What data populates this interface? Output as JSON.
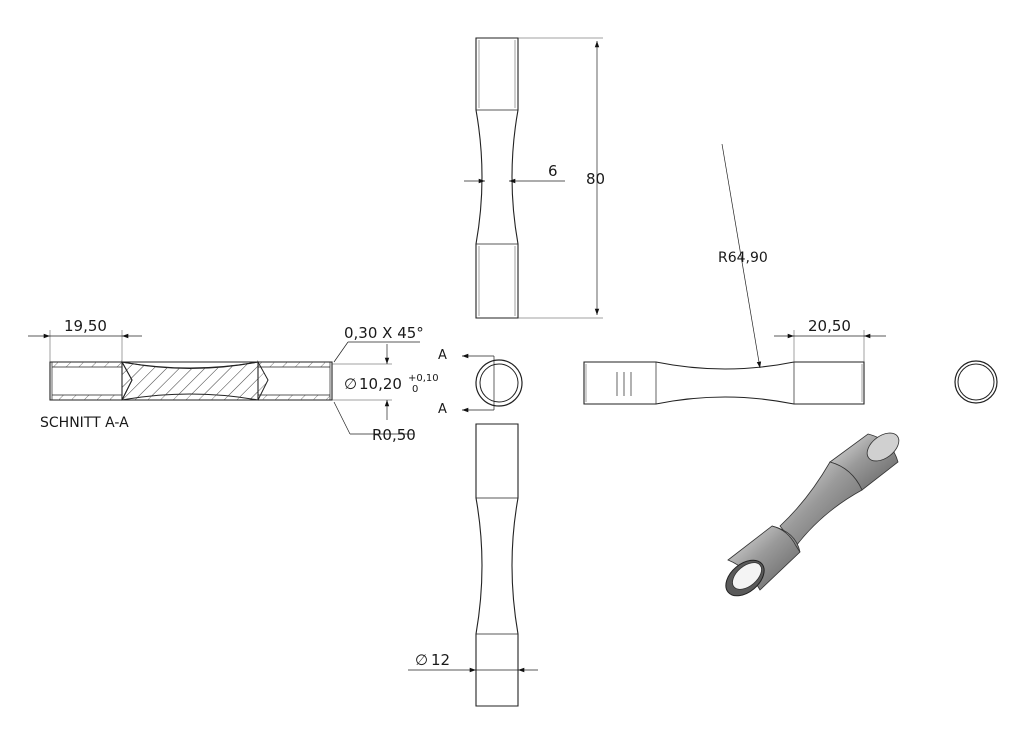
{
  "dimensions": {
    "length_total": "80",
    "waist_width": "6",
    "fillet_radius": "R64,90",
    "grip_length": "20,50",
    "grip_length_section": "19,50",
    "chamfer": "0,30 X 45°",
    "bore_diameter_symbol": "∅",
    "bore_diameter": "10,20",
    "bore_tol_upper": "+0,10",
    "bore_tol_lower": "0",
    "edge_radius": "R0,50",
    "outer_diameter_symbol": "∅",
    "outer_diameter": "12"
  },
  "section": {
    "label": "SCHNITT A-A",
    "marker_top": "A",
    "marker_bottom": "A"
  },
  "colors": {
    "line": "#222222",
    "hatch": "#555555",
    "shade_dark": "#6e6e6e",
    "shade_light": "#d9d9d9"
  }
}
